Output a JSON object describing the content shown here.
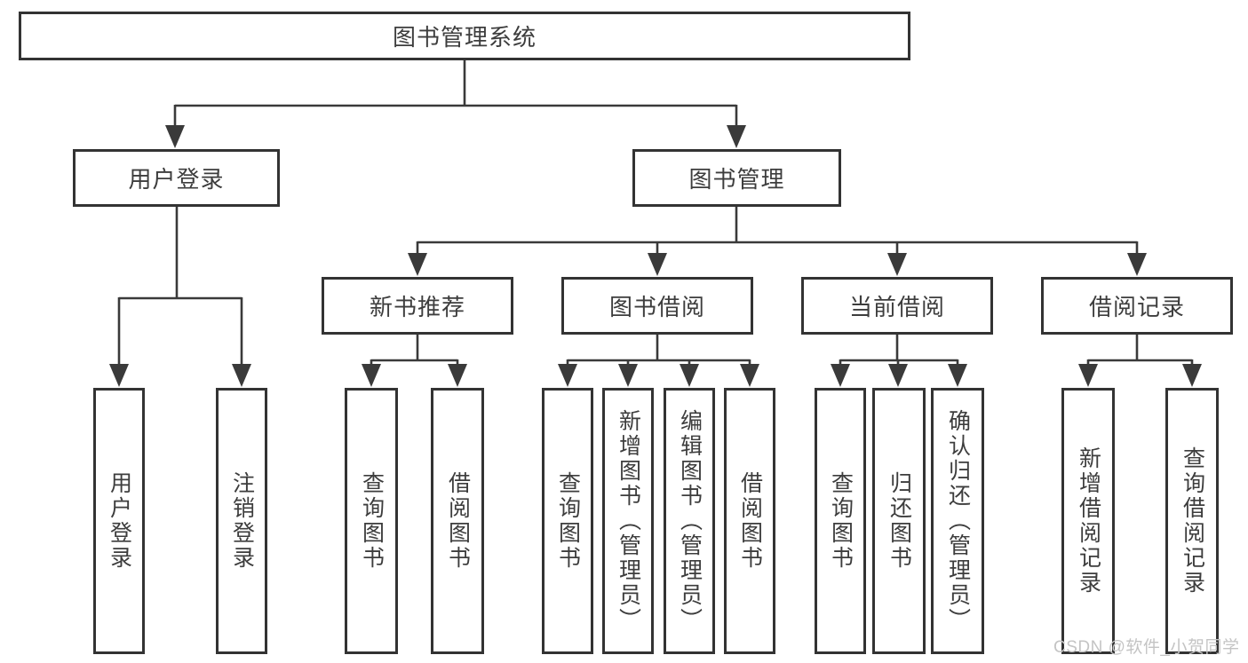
{
  "diagram": {
    "root": "图书管理系统",
    "level2": {
      "login": "用户登录",
      "management": "图书管理"
    },
    "level3": {
      "new_books": "新书推荐",
      "borrow": "图书借阅",
      "current": "当前借阅",
      "records": "借阅记录"
    },
    "leaves": {
      "login": [
        "用户登录",
        "注销登录"
      ],
      "new_books": [
        "查询图书",
        "借阅图书"
      ],
      "borrow": [
        "查询图书",
        "新增图书（管理员）",
        "编辑图书（管理员）",
        "借阅图书"
      ],
      "current": [
        "查询图书",
        "归还图书",
        "确认归还（管理员）"
      ],
      "records": [
        "新增借阅记录",
        "查询借阅记录"
      ]
    }
  },
  "watermark": "CSDN @软件_小贺同学",
  "colors": {
    "background": "#ffffff",
    "box_border": "#333333",
    "connector_line": "#3a3a3a",
    "text": "#3d3d3d",
    "watermark_text": "#c4c4c4"
  }
}
